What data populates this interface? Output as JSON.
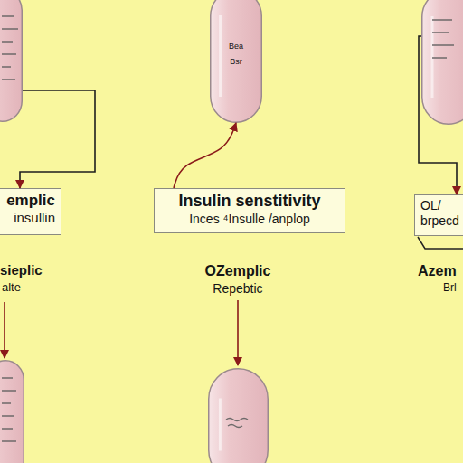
{
  "diagram": {
    "nodes": [
      {
        "text": []
      },
      {
        "text": [
          "Bea",
          "Bsr"
        ]
      },
      {
        "text": []
      },
      {
        "text": [
          "emplic",
          "insullin"
        ]
      },
      {
        "text": [
          "Insulin senstitivity",
          "Inces ⁴Insulle /anplop"
        ]
      },
      {
        "text": [
          "OL/",
          "brpecd"
        ]
      },
      {
        "text": []
      },
      {
        "text": []
      }
    ],
    "edges": [
      {
        "from": 0,
        "to": 3,
        "arrow": "to"
      },
      {
        "from": 4,
        "to": 1,
        "arrow": "to"
      },
      {
        "from": 2,
        "to": 5,
        "arrow": "to"
      }
    ],
    "labels": [
      "sieplic",
      "alte",
      "OZemplic",
      "Repebtic",
      "Azem",
      "Brl"
    ]
  }
}
